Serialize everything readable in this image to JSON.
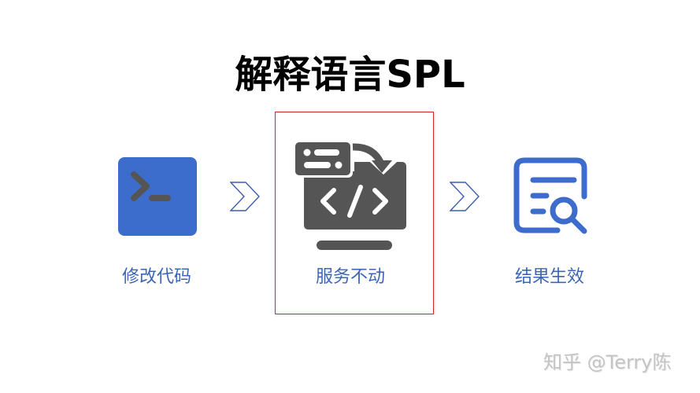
{
  "title": "解释语言SPL",
  "steps": [
    {
      "label": "修改代码",
      "icon": "terminal-icon"
    },
    {
      "label": "服务不动",
      "icon": "code-deploy-monitor-icon",
      "highlighted": true
    },
    {
      "label": "结果生效",
      "icon": "document-search-icon"
    }
  ],
  "connectors": [
    "chevron-right-icon",
    "chevron-right-icon"
  ],
  "watermark": "知乎 @Terry陈",
  "colors": {
    "accent_blue": "#3d6dcc",
    "label_blue": "#3b66b8",
    "icon_gray": "#555555",
    "highlight_red": "#d9252b",
    "title": "#000000",
    "watermark": "#c4c4c4"
  }
}
